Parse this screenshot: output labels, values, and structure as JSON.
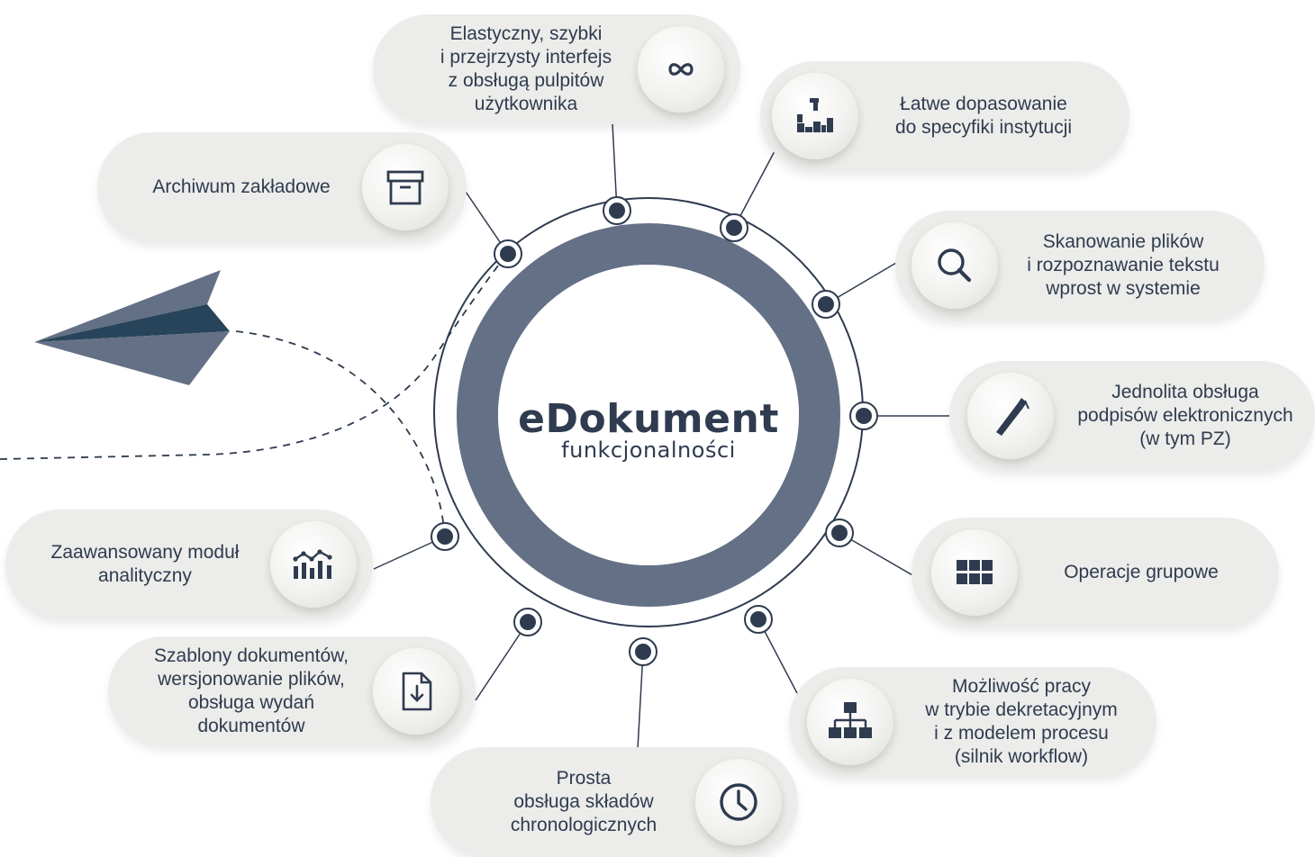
{
  "center": {
    "title": "eDokument",
    "subtitle": "funkcjonalności"
  },
  "colors": {
    "navy": "#2f3b4f",
    "ring": "#647085",
    "pill": "#ececea",
    "dark_blue": "#27445a"
  },
  "features": [
    {
      "id": "interface",
      "label": "Elastyczny, szybki\ni przejrzysty interfejs\nz obsługą pulpitów\nużytkownika",
      "icon": "infinity-icon"
    },
    {
      "id": "customization",
      "label": "Łatwe dopasowanie\ndo specyfiki instytucji",
      "icon": "blocks-icon"
    },
    {
      "id": "scanning",
      "label": "Skanowanie plików\ni rozpoznawanie tekstu\nwprost w systemie",
      "icon": "search-icon"
    },
    {
      "id": "signatures",
      "label": "Jednolita obsługa\npodpisów elektronicznych\n(w tym PZ)",
      "icon": "pen-icon"
    },
    {
      "id": "group-ops",
      "label": "Operacje grupowe",
      "icon": "grid-icon"
    },
    {
      "id": "workflow",
      "label": "Możliwość pracy\nw trybie dekretacyjnym\ni z modelem procesu\n(silnik workflow)",
      "icon": "hierarchy-icon"
    },
    {
      "id": "chrono",
      "label": "Prosta\nobsługa składów\nchronologicznych",
      "icon": "clock-icon"
    },
    {
      "id": "templates",
      "label": "Szablony dokumentów,\nwersjonowanie plików,\nobsługa wydań\ndokumentów",
      "icon": "file-download-icon"
    },
    {
      "id": "analytics",
      "label": "Zaawansowany moduł\nanalityczny",
      "icon": "analytics-icon"
    },
    {
      "id": "archive",
      "label": "Archiwum zakładowe",
      "icon": "archive-box-icon"
    }
  ]
}
